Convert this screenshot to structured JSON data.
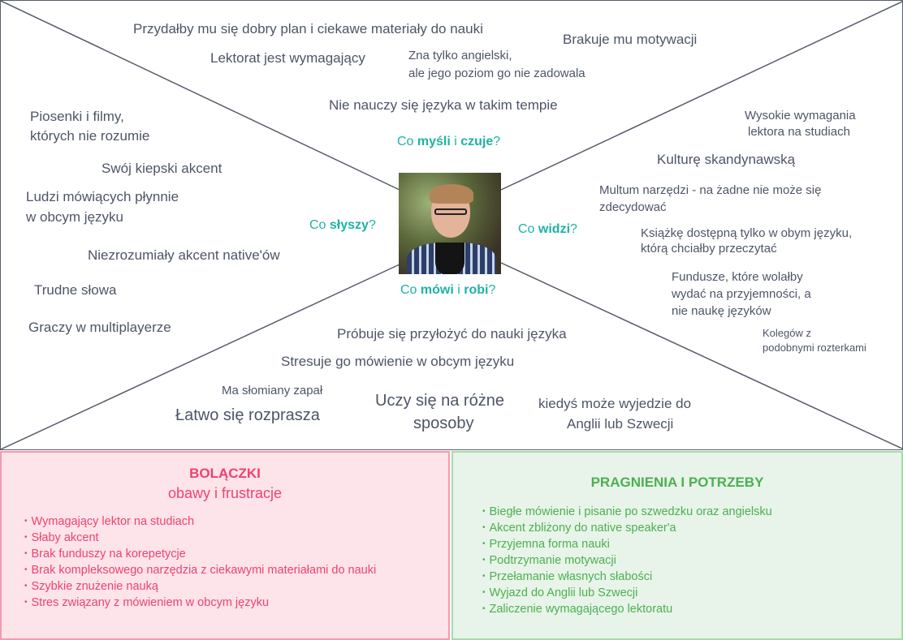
{
  "questions": {
    "thinks": {
      "pre": "Co ",
      "b1": "myśli",
      "mid": " i ",
      "b2": "czuje",
      "post": "?"
    },
    "hears": {
      "pre": "Co ",
      "b1": "słyszy",
      "post": "?"
    },
    "sees": {
      "pre": "Co ",
      "b1": "widzi",
      "post": "?"
    },
    "says": {
      "pre": "Co ",
      "b1": "mówi",
      "mid": " i ",
      "b2": "robi",
      "post": "?"
    }
  },
  "thinks": [
    "Przydałby mu się dobry plan i ciekawe materiały do nauki",
    "Brakuje mu motywacji",
    "Lektorat jest wymagający",
    "Zna tylko angielski,",
    "ale jego poziom go nie zadowala",
    "Nie nauczy się języka w takim tempie"
  ],
  "hears": [
    "Piosenki i filmy,",
    "których nie rozumie",
    "Swój kiepski akcent",
    "Ludzi mówiących płynnie",
    "w obcym języku",
    "Niezrozumiały akcent native'ów",
    "Trudne słowa",
    "Graczy w multiplayerze"
  ],
  "sees": [
    "Wysokie wymagania",
    "lektora na studiach",
    "Kulturę skandynawską",
    "Multum narzędzi - na żadne nie może się",
    "zdecydować",
    "Książkę dostępną tylko w obym języku,",
    "którą chciałby przeczytać",
    "Fundusze, które wolałby",
    "wydać na przyjemności, a",
    "nie naukę języków",
    "Kolegów z",
    "podobnymi rozterkami"
  ],
  "says": [
    "Próbuje się przyłożyć do nauki języka",
    "Stresuje go mówienie w obcym języku",
    "Ma słomiany zapał",
    "Łatwo się rozprasza",
    "Uczy się na różne",
    "sposoby",
    "kiedyś może wyjedzie do",
    "Anglii lub Szwecji"
  ],
  "pains": {
    "title": "BOLĄCZKI",
    "subtitle": "obawy i frustracje",
    "items": [
      "Wymagający lektor na studiach",
      "Słaby akcent",
      "Brak funduszy na korepetycje",
      "Brak kompleksowego narzędzia z ciekawymi materiałami do nauki",
      "Szybkie znużenie nauką",
      "Stres związany z mówieniem w obcym języku"
    ]
  },
  "gains": {
    "title": "PRAGNIENIA I POTRZEBY",
    "items": [
      "Biegłe mówienie i pisanie po szwedzku oraz angielsku",
      "Akcent zbliżony do native speaker'a",
      "Przyjemna forma nauki",
      "Podtrzymanie motywacji",
      "Przełamanie własnych słabości",
      "Wyjazd do Anglii lub Szwecji",
      "Zaliczenie wymagającego lektoratu"
    ]
  }
}
